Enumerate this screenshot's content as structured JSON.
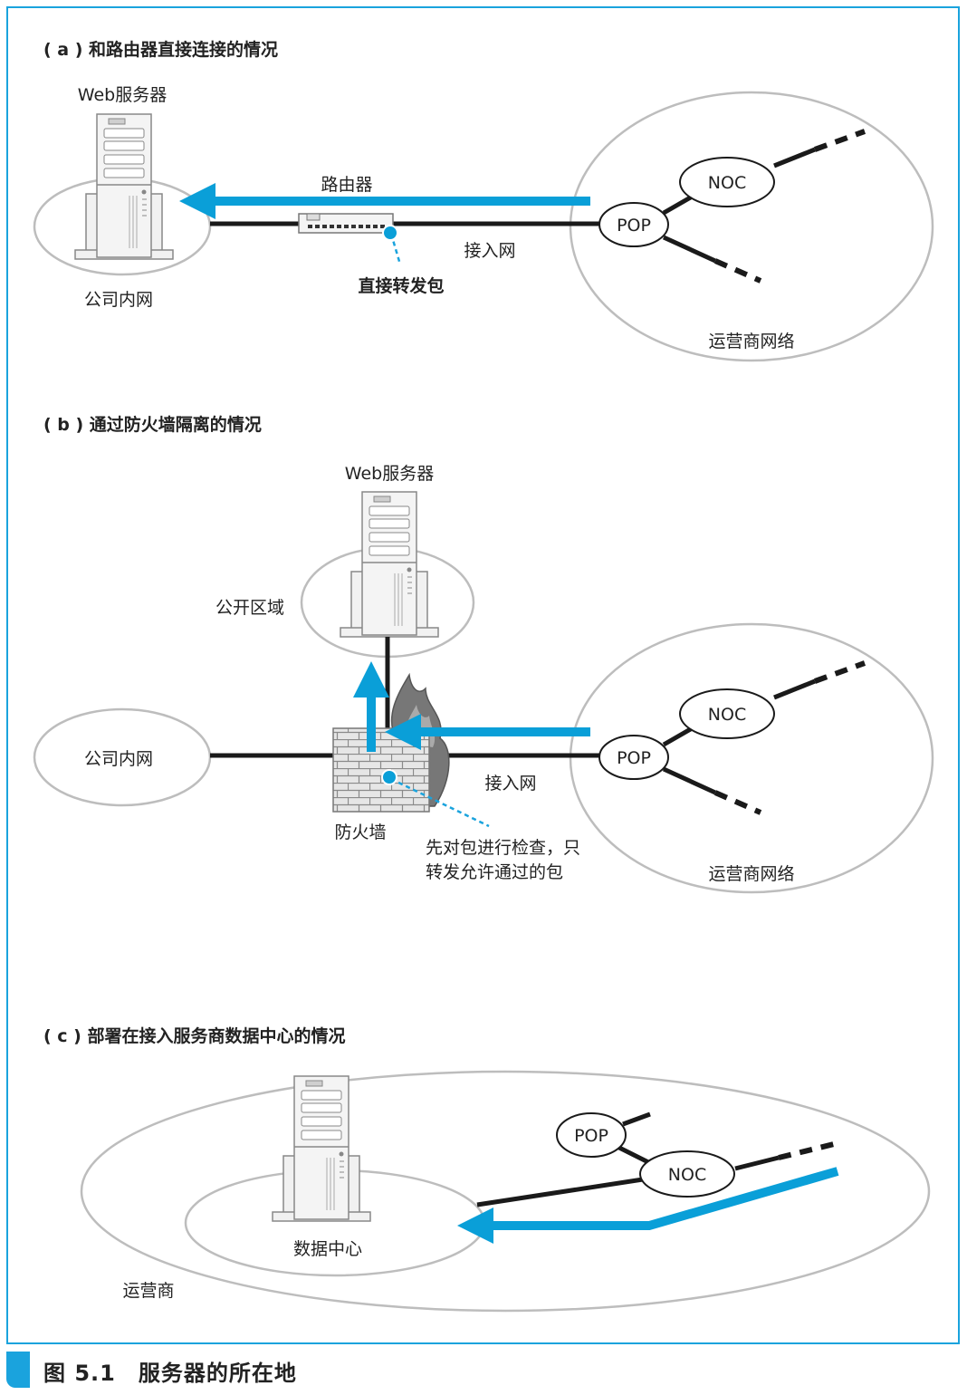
{
  "colors": {
    "frame": "#1aa3dd",
    "arrow": "#0a9fd8",
    "ellipse": "#bdbdbd",
    "link": "#1a1a1a",
    "server_fill": "#f1f1f1",
    "server_stroke": "#888888"
  },
  "figure_caption": "图 5.1　服务器的所在地",
  "panel_a": {
    "heading": "( a ) 和路由器直接连接的情况",
    "server_label": "Web服务器",
    "router_label": "路由器",
    "access_net_label": "接入网",
    "note": "直接转发包",
    "lan_label": "公司内网",
    "carrier_label": "运营商网络",
    "pop": "POP",
    "noc": "NOC"
  },
  "panel_b": {
    "heading": "( b ) 通过防火墙隔离的情况",
    "server_label": "Web服务器",
    "public_zone_label": "公开区域",
    "lan_label": "公司内网",
    "firewall_label": "防火墙",
    "access_net_label": "接入网",
    "note_line1": "先对包进行检查，只",
    "note_line2": "转发允许通过的包",
    "carrier_label": "运营商网络",
    "pop": "POP",
    "noc": "NOC"
  },
  "panel_c": {
    "heading": "( c ) 部署在接入服务商数据中心的情况",
    "datacenter_label": "数据中心",
    "carrier_label": "运营商",
    "pop": "POP",
    "noc": "NOC"
  }
}
